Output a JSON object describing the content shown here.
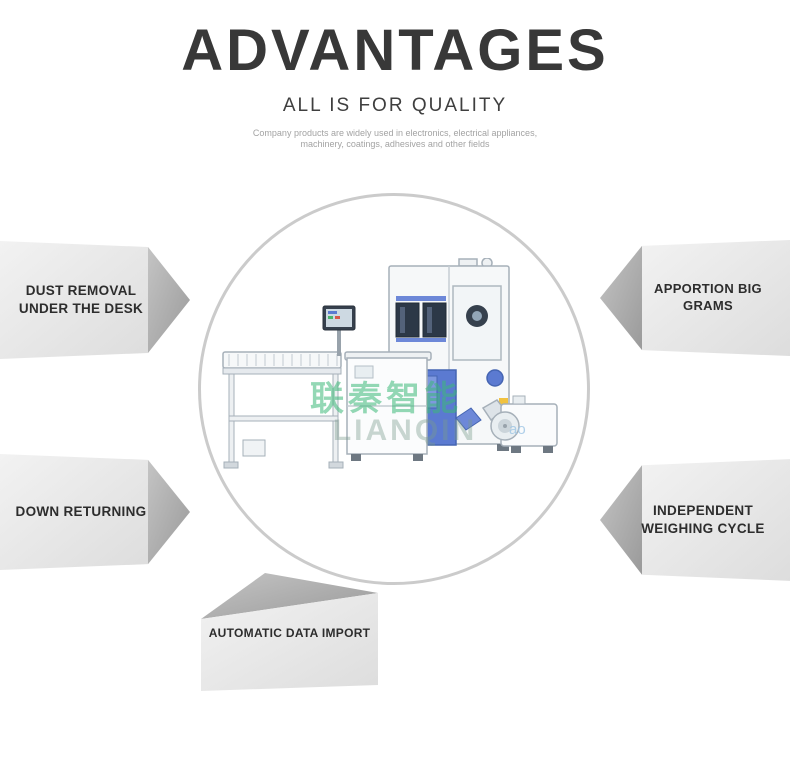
{
  "header": {
    "title": "ADVANTAGES",
    "subtitle": "ALL IS FOR QUALITY",
    "description_line1": "Company products are widely used in electronics, electrical appliances,",
    "description_line2": "machinery, coatings, adhesives and other fields"
  },
  "advantages": {
    "dust_removal": "DUST REMOVAL\nUNDER THE DESK",
    "apportion": "APPORTION BIG GRAMS",
    "down_returning": "DOWN RETURNING",
    "weighing_cycle": "INDEPENDENT\nWEIGHING CYCLE",
    "data_import": "AUTOMATIC DATA IMPORT"
  },
  "watermark": {
    "cn": "联秦智能",
    "en": "LIANQIN",
    "small": "ao"
  },
  "colors": {
    "title_text": "#383838",
    "banner_light": "#ececec",
    "banner_dark": "#a8a8a8",
    "circle_border": "#cbcbcb",
    "machine_blue": "#5b7ad1",
    "watermark_green": "#3cb878"
  }
}
